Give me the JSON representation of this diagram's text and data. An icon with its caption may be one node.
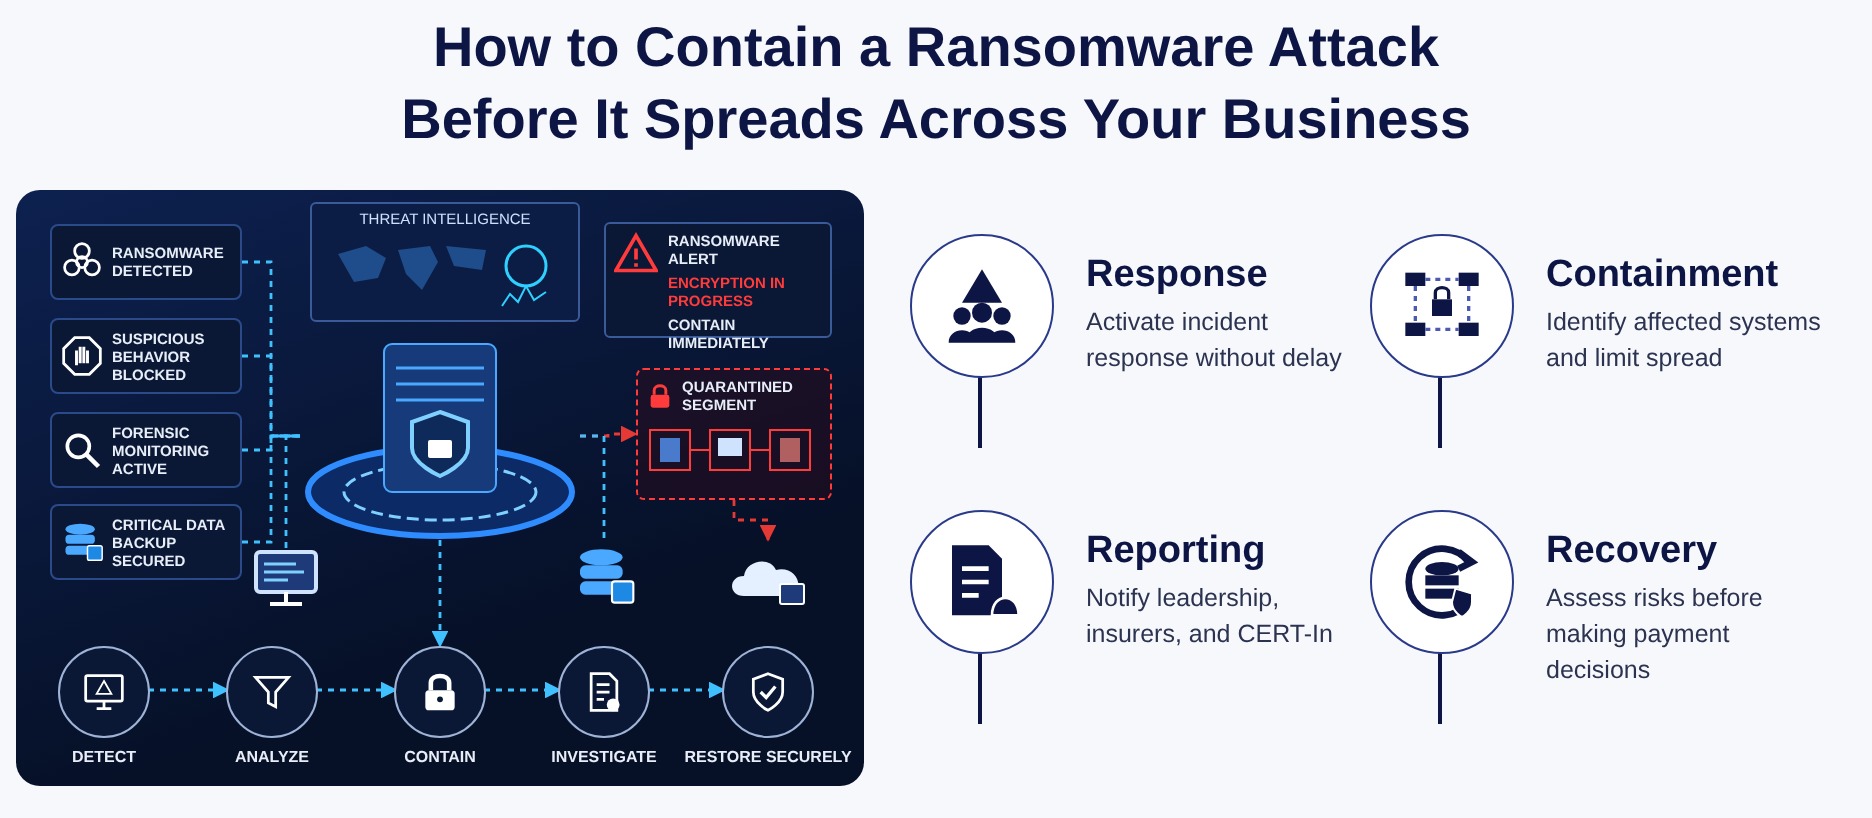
{
  "diagram": {
    "title": "How to Contain a Ransomware Attack Before It Spreads Across Your Business",
    "nodes": [
      {
        "text": [
          "RANSOMWARE DETECTED"
        ]
      },
      {
        "text": [
          "SUSPICIOUS BEHAVIOR BLOCKED"
        ]
      },
      {
        "text": [
          "FORENSIC MONITORING ACTIVE"
        ]
      },
      {
        "text": [
          "CRITICAL DATA BACKUP SECURED"
        ]
      },
      {
        "text": [
          "THREAT INTELLIGENCE"
        ]
      },
      {
        "text": [
          "RANSOMWARE ALERT",
          "ENCRYPTION IN PROGRESS",
          "CONTAIN IMMEDIATELY"
        ]
      },
      {
        "text": [],
        "shape": "picture"
      },
      {
        "text": [
          "QUARANTINED SEGMENT"
        ]
      },
      {
        "text": [],
        "shape": "picture"
      },
      {
        "text": [],
        "shape": "picture"
      },
      {
        "text": [],
        "shape": "picture"
      },
      {
        "text": [
          "DETECT"
        ]
      },
      {
        "text": [
          "ANALYZE"
        ]
      },
      {
        "text": [
          "CONTAIN"
        ]
      },
      {
        "text": [
          "INVESTIGATE"
        ]
      },
      {
        "text": [
          "RESTORE SECURELY"
        ]
      },
      {
        "text": [
          "Response",
          "Activate incident response without delay"
        ]
      },
      {
        "text": [
          "Containment",
          "Identify affected systems and limit spread"
        ]
      },
      {
        "text": [
          "Reporting",
          "Notify leadership, insurers, and CERT-In"
        ]
      },
      {
        "text": [
          "Recovery",
          "Assess risks before making payment decisions"
        ]
      }
    ],
    "edges": [
      {
        "from": 0,
        "to": 6,
        "arrow": "none",
        "style": "dashed"
      },
      {
        "from": 1,
        "to": 6,
        "arrow": "none",
        "style": "dashed"
      },
      {
        "from": 2,
        "to": 6,
        "arrow": "none",
        "style": "dashed"
      },
      {
        "from": 3,
        "to": 6,
        "arrow": "none",
        "style": "dashed"
      },
      {
        "from": 6,
        "to": 7,
        "arrow": "to",
        "style": "dashed",
        "color": "#e53935"
      },
      {
        "from": 7,
        "to": 10,
        "arrow": "to",
        "style": "dashed",
        "color": "#e53935"
      },
      {
        "from": 6,
        "to": 8,
        "arrow": "none",
        "style": "dashed"
      },
      {
        "from": 6,
        "to": 9,
        "arrow": "none",
        "style": "dashed"
      },
      {
        "from": 6,
        "to": 13,
        "arrow": "to",
        "style": "dashed"
      },
      {
        "from": 11,
        "to": 12,
        "arrow": "to",
        "style": "dashed"
      },
      {
        "from": 12,
        "to": 13,
        "arrow": "to",
        "style": "dashed"
      },
      {
        "from": 13,
        "to": 14,
        "arrow": "to",
        "style": "dashed"
      },
      {
        "from": 14,
        "to": 15,
        "arrow": "to",
        "style": "dashed"
      }
    ]
  }
}
